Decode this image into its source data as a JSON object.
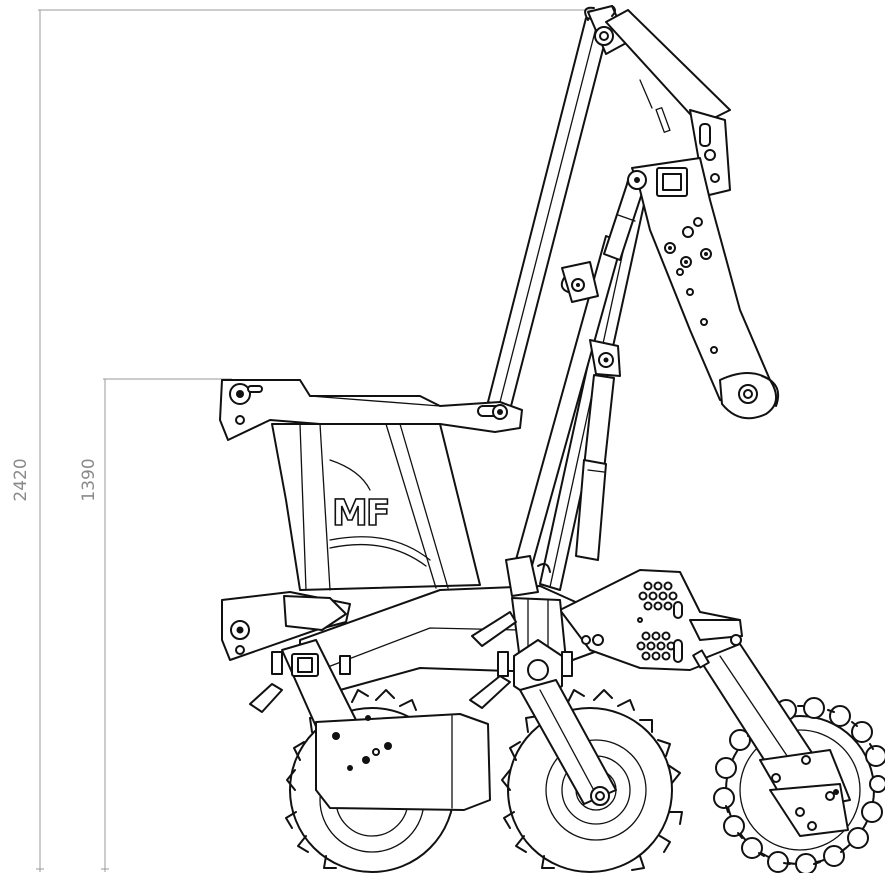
{
  "dimensions": {
    "overall_height": "2420",
    "frame_height": "1390"
  },
  "logo_text": "MF",
  "colors": {
    "ink": "#111111",
    "dimension": "#8a8a8a",
    "background": "#ffffff"
  }
}
